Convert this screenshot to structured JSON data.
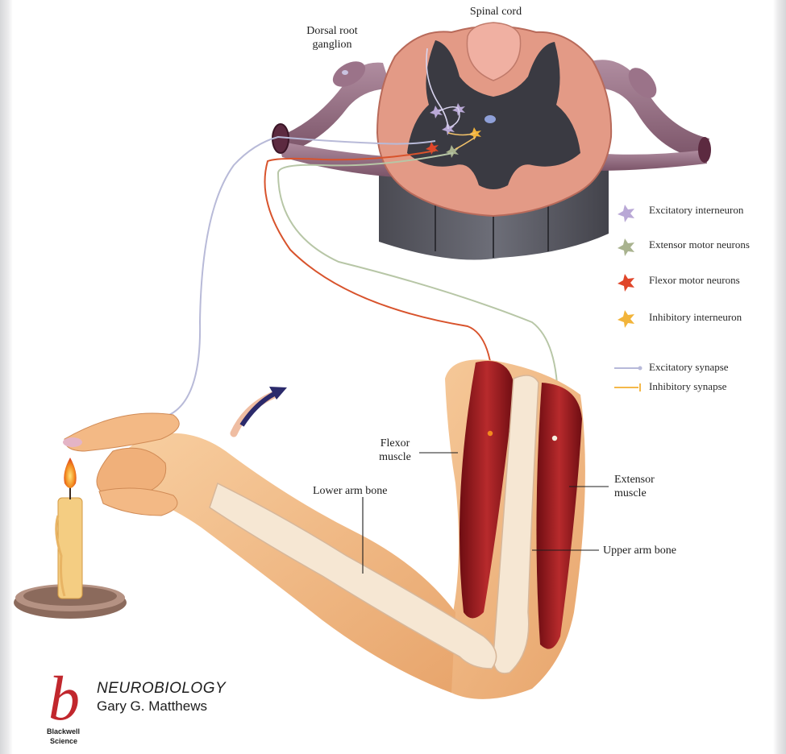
{
  "labels": {
    "spinal_cord": "Spinal cord",
    "dorsal_root_ganglion": "Dorsal root\nganglion",
    "flexor_muscle": "Flexor\nmuscle",
    "extensor_muscle": "Extensor\nmuscle",
    "lower_arm_bone": "Lower arm bone",
    "upper_arm_bone": "Upper arm bone"
  },
  "legend": {
    "neurons": [
      {
        "label": "Excitatory interneuron",
        "color": "#b9a8d6"
      },
      {
        "label": "Extensor motor neurons",
        "color": "#a9b38f"
      },
      {
        "label": "Flexor motor neurons",
        "color": "#e0462a"
      },
      {
        "label": "Inhibitory interneuron",
        "color": "#f2b43a"
      }
    ],
    "synapses": [
      {
        "label": "Excitatory synapse",
        "color": "#b7b9d9"
      },
      {
        "label": "Inhibitory synapse",
        "color": "#f4b84a"
      }
    ]
  },
  "publisher": {
    "logo_letter": "b",
    "name_line1": "Blackwell",
    "name_line2": "Science",
    "book_title": "NEUROBIOLOGY",
    "author": "Gary G. Matthews"
  },
  "colors": {
    "spinal_gray_matter": "#3a3a42",
    "spinal_white_matter": "#e39a86",
    "muscle": "#8c1a1f",
    "skin": "#f3b985",
    "bone": "#f6e7d3",
    "arrow": "#2b2a6b"
  }
}
